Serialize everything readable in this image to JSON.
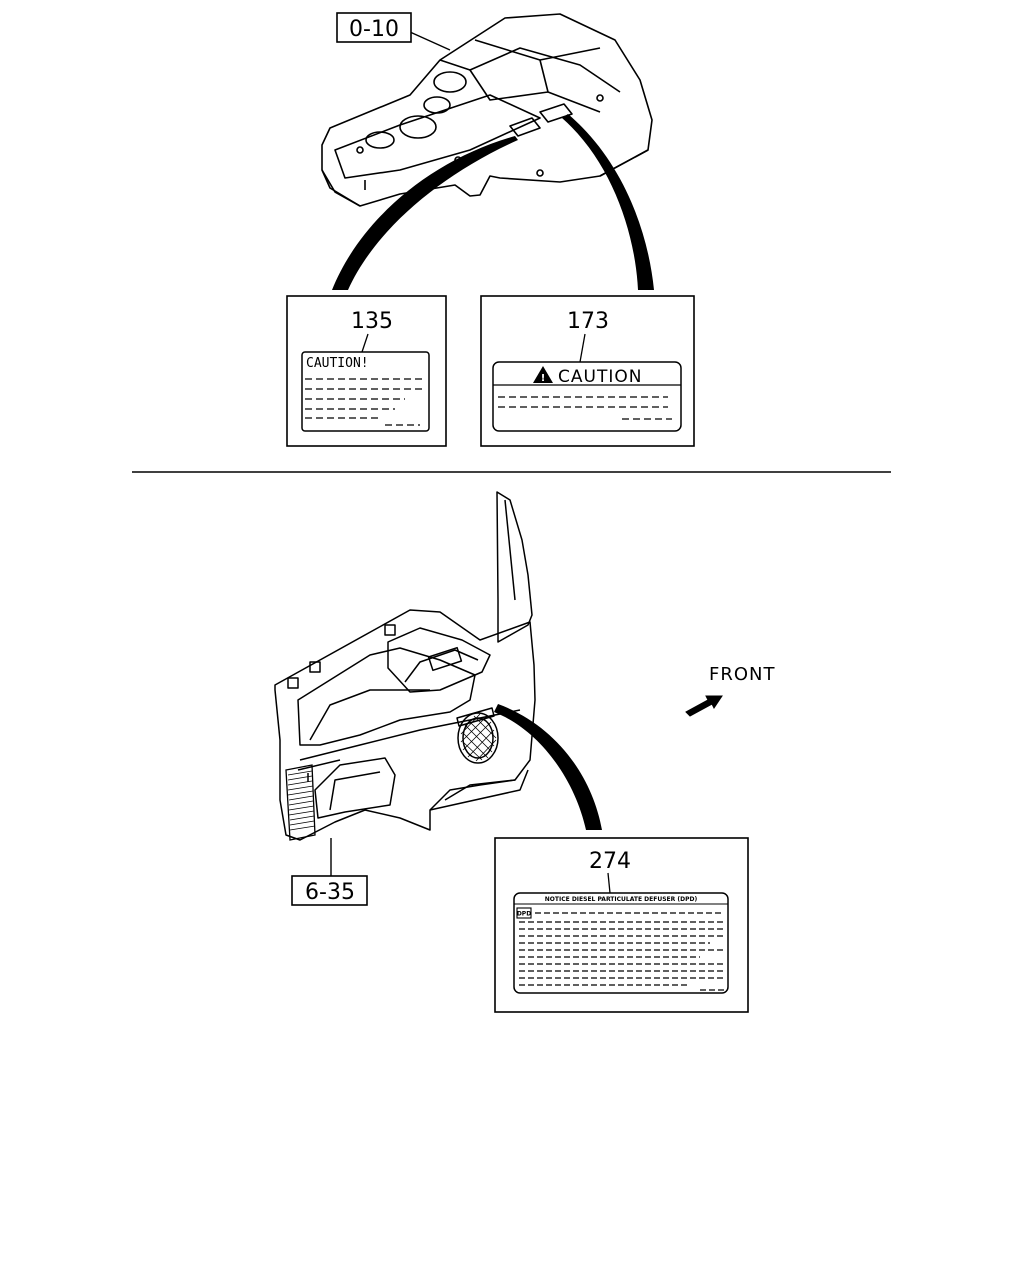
{
  "top": {
    "ref_label": "0-10",
    "callout_135": {
      "number": "135",
      "label_heading": "CAUTION!"
    },
    "callout_173": {
      "number": "173",
      "label_heading": "CAUTION"
    }
  },
  "bottom": {
    "ref_label": "6-35",
    "direction_label": "FRONT",
    "callout_274": {
      "number": "274",
      "label_heading": "NOTICE DIESEL PARTICULATE DEFUSER (DPD)",
      "badge": "DPD"
    }
  }
}
